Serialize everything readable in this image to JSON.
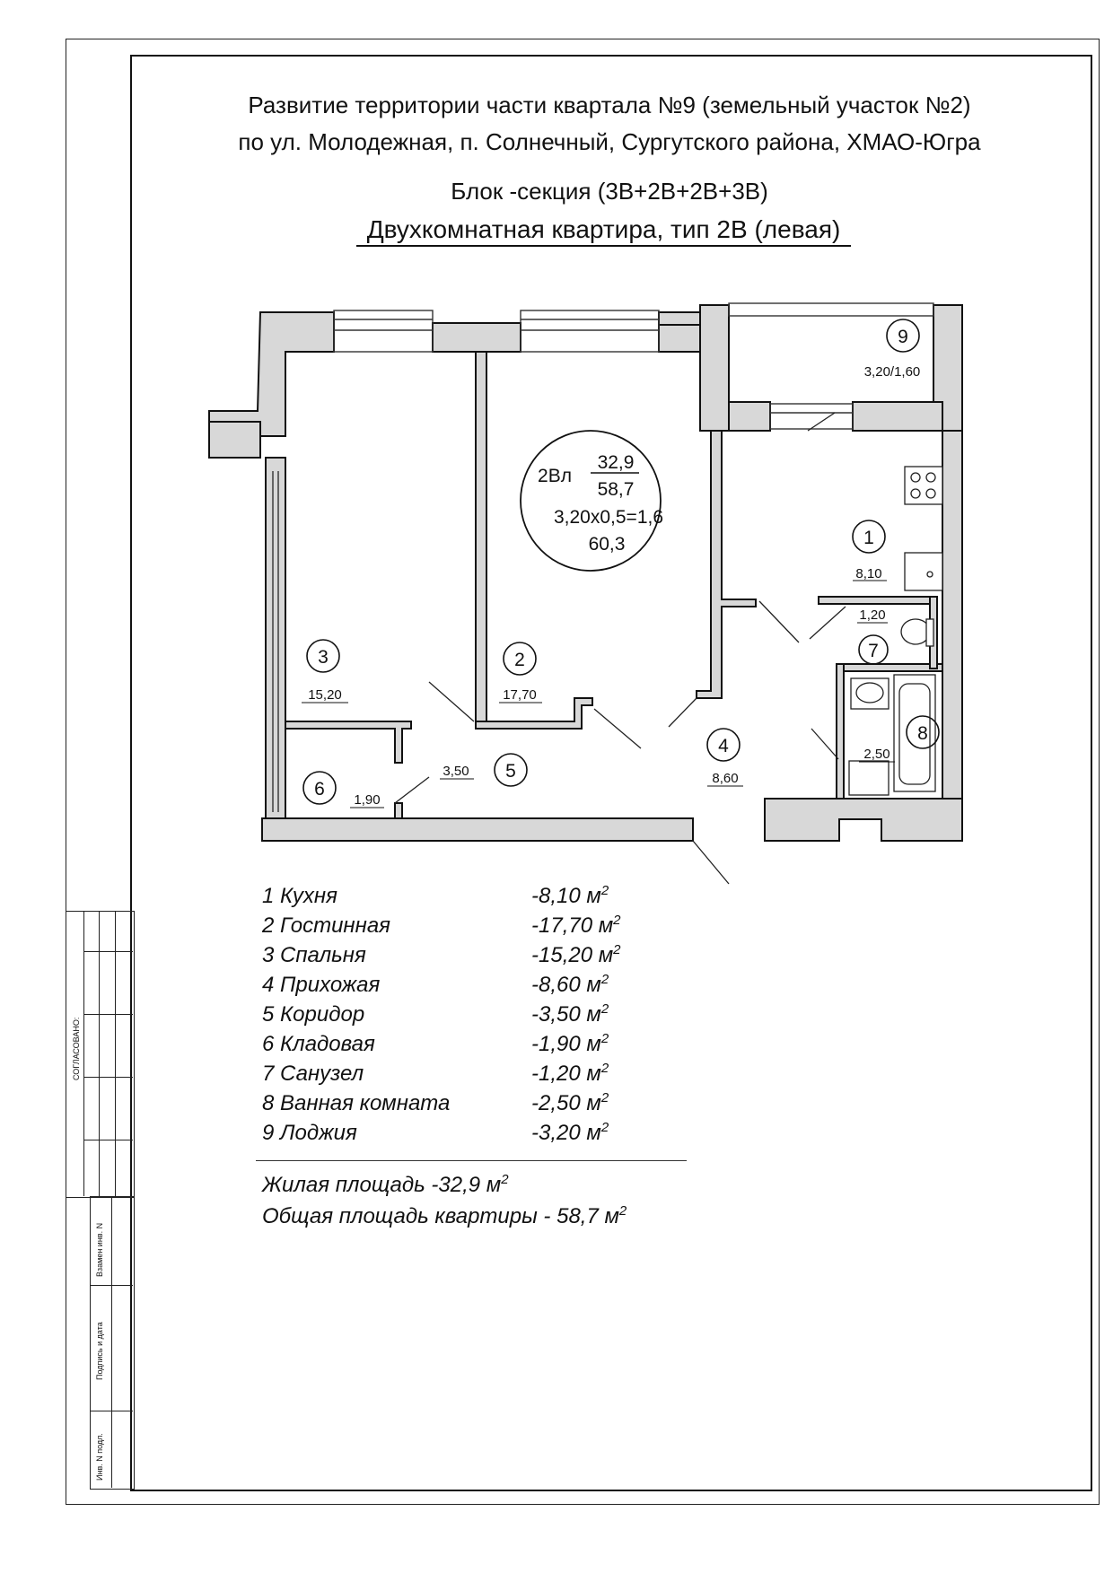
{
  "header": {
    "title_line1": "Развитие территории части квартала №9 (земельный участок №2)",
    "title_line2": "по ул. Молодежная, п. Солнечный, Сургутского района, ХМАО-Югра",
    "block_section": "Блок -секция (3В+2В+2В+3В)",
    "apartment_type": "Двухкомнатная квартира, тип 2В (левая)"
  },
  "summary_circle": {
    "code": "2Вл",
    "living": "32,9",
    "total": "58,7",
    "loggia_formula": "3,20х0,5=1,6",
    "total_with_loggia": "60,3"
  },
  "plan_rooms": [
    {
      "num": "1",
      "area": "8,10"
    },
    {
      "num": "2",
      "area": "17,70"
    },
    {
      "num": "3",
      "area": "15,20"
    },
    {
      "num": "4",
      "area": "8,60"
    },
    {
      "num": "5",
      "area": "3,50"
    },
    {
      "num": "6",
      "area": "1,90"
    },
    {
      "num": "7",
      "area": "1,20"
    },
    {
      "num": "8",
      "area": "2,50"
    },
    {
      "num": "9",
      "area": "3,20/1,60"
    }
  ],
  "legend": [
    {
      "name": "1 Кухня",
      "area": "-8,10 м",
      "unit_exp": "2"
    },
    {
      "name": "2 Гостинная",
      "area": "-17,70 м",
      "unit_exp": "2"
    },
    {
      "name": "3 Спальня",
      "area": "-15,20 м",
      "unit_exp": "2"
    },
    {
      "name": "4 Прихожая",
      "area": "-8,60 м",
      "unit_exp": "2"
    },
    {
      "name": "5 Коридор",
      "area": "-3,50 м",
      "unit_exp": "2"
    },
    {
      "name": "6 Кладовая",
      "area": "-1,90 м",
      "unit_exp": "2"
    },
    {
      "name": "7 Санузел",
      "area": "-1,20 м",
      "unit_exp": "2"
    },
    {
      "name": "8 Ванная комната",
      "area": "-2,50 м",
      "unit_exp": "2"
    },
    {
      "name": "9 Лоджия",
      "area": "-3,20 м",
      "unit_exp": "2"
    }
  ],
  "totals": {
    "living": "Жилая площадь -32,9 м",
    "total": "Общая площадь квартиры - 58,7 м",
    "unit_exp": "2"
  },
  "stamp": {
    "approved": "СОГЛАСОВАНО:",
    "replacement_inv": "Взамен инв. N",
    "signature_date": "Подпись и дата",
    "inv_original": "Инв. N подл."
  }
}
